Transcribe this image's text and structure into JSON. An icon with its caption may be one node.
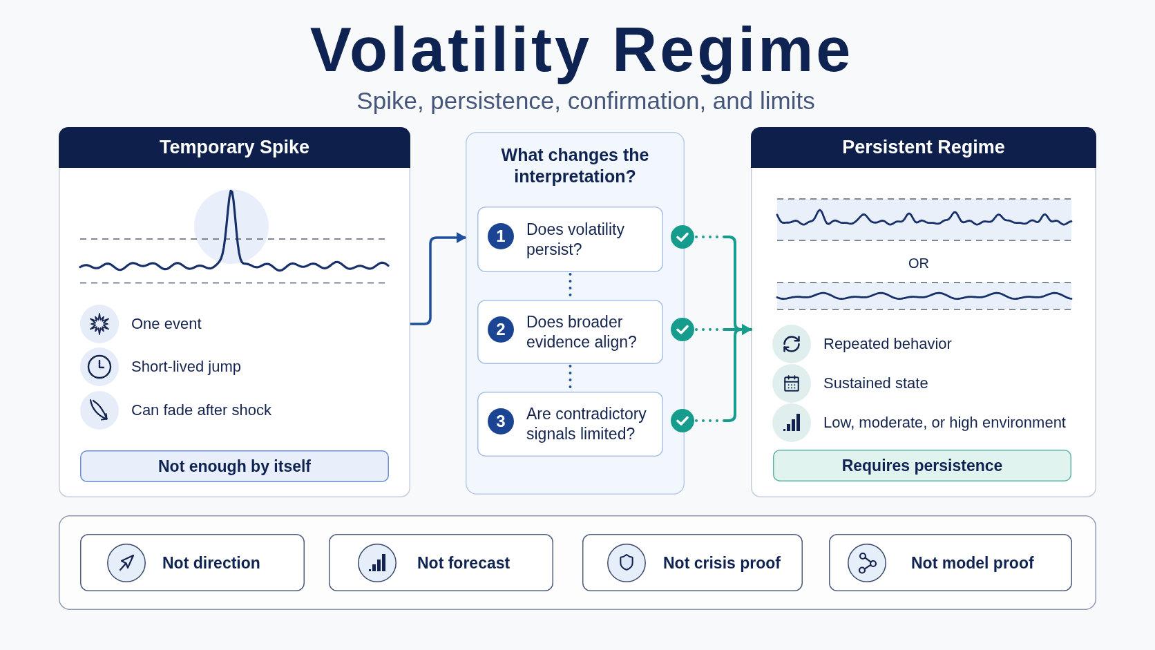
{
  "diagram": {
    "title": "Volatility Regime",
    "nodes": [
      {
        "text": [
          "Temporary Spike",
          "One event",
          "Short-lived jump",
          "Can fade after shock"
        ]
      },
      {
        "text": [
          "Not enough by itself"
        ],
        "in": 0
      },
      {
        "text": [
          "What changes the interpretation?"
        ]
      },
      {
        "text": [
          "Does volatility persist?"
        ],
        "in": 2
      },
      {
        "text": [
          "1"
        ],
        "in": 3
      },
      {
        "text": [
          "Does broader evidence align?"
        ],
        "in": 2
      },
      {
        "text": [
          "2"
        ],
        "in": 5
      },
      {
        "text": [
          "Are contradictory signals limited?"
        ],
        "in": 2
      },
      {
        "text": [
          "3"
        ],
        "in": 7
      },
      {
        "text": [],
        "shape": "circle"
      },
      {
        "text": [],
        "shape": "circle"
      },
      {
        "text": [],
        "shape": "circle"
      },
      {
        "text": [
          "Persistent Regime",
          "OR",
          "Repeated behavior",
          "Sustained state",
          "Low, moderate, or high environment"
        ]
      },
      {
        "text": [
          "Requires persistence"
        ],
        "in": 12
      },
      {
        "text": [],
        "shape": "box"
      },
      {
        "text": [
          "Not direction"
        ],
        "in": 14
      },
      {
        "text": [
          "Not forecast"
        ],
        "in": 14
      },
      {
        "text": [
          "Not crisis proof"
        ],
        "in": 14
      },
      {
        "text": [
          "Not model proof"
        ],
        "in": 14
      }
    ],
    "edges": [
      {
        "from": 0,
        "to": 2,
        "arrow": "to"
      },
      {
        "from": 3,
        "to": 5,
        "arrow": "none",
        "style": "dashed"
      },
      {
        "from": 5,
        "to": 7,
        "arrow": "none",
        "style": "dashed"
      },
      {
        "from": 9,
        "to": 12,
        "arrow": "to",
        "style": "dashed",
        "color": "#169c8c"
      },
      {
        "from": 10,
        "to": 12,
        "arrow": "to",
        "style": "dashed",
        "color": "#169c8c"
      },
      {
        "from": 11,
        "to": 12,
        "arrow": "to",
        "style": "dashed",
        "color": "#169c8c"
      }
    ],
    "labels": [
      "Spike, persistence, confirmation, and limits"
    ]
  }
}
